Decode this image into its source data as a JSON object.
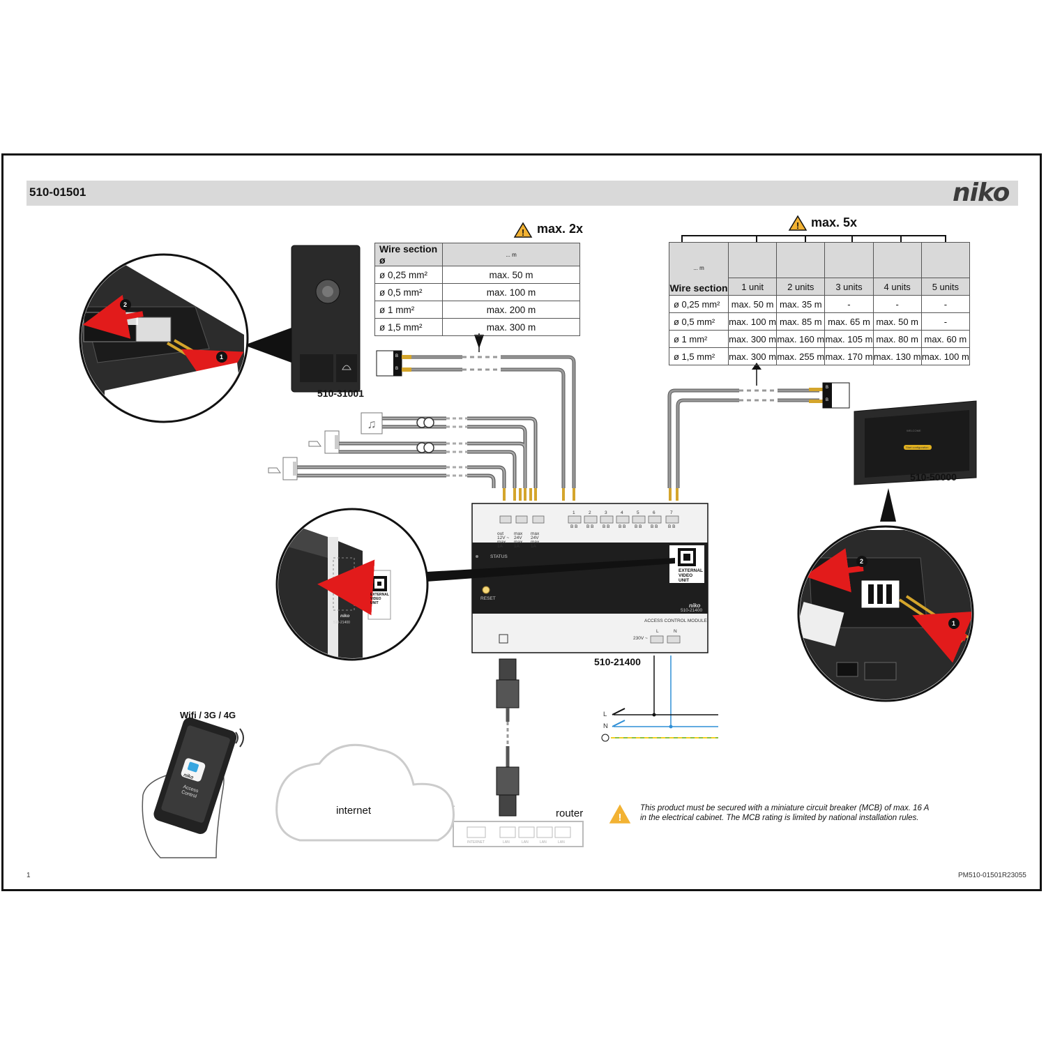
{
  "header": {
    "doc_id": "510-01501",
    "brand": "niko"
  },
  "warning_left": {
    "label": "max. 2x"
  },
  "warning_right": {
    "label": "max. 5x"
  },
  "table_left": {
    "col_header": "Wire section ø",
    "distance_label": "... m",
    "rows": [
      {
        "section": "ø 0,25 mm²",
        "value": "max. 50 m"
      },
      {
        "section": "ø 0,5 mm²",
        "value": "max. 100 m"
      },
      {
        "section": "ø 1 mm²",
        "value": "max. 200 m"
      },
      {
        "section": "ø 1,5 mm²",
        "value": "max. 300 m"
      }
    ]
  },
  "table_right": {
    "col_header": "Wire section",
    "distance_label": "... m",
    "units": [
      "1 unit",
      "2 units",
      "3 units",
      "4 units",
      "5 units"
    ],
    "rows": [
      {
        "section": "ø 0,25 mm²",
        "values": [
          "max. 50 m",
          "max. 35 m",
          "-",
          "-",
          "-"
        ]
      },
      {
        "section": "ø 0,5 mm²",
        "values": [
          "max. 100 m",
          "max. 85 m",
          "max. 65 m",
          "max. 50 m",
          "-"
        ]
      },
      {
        "section": "ø 1 mm²",
        "values": [
          "max. 300 m",
          "max. 160 m",
          "max. 105 m",
          "max. 80 m",
          "max. 60 m"
        ]
      },
      {
        "section": "ø 1,5 mm²",
        "values": [
          "max. 300 m",
          "max. 255 m",
          "max. 170 m",
          "max. 130 m",
          "max. 100 m"
        ]
      }
    ]
  },
  "devices": {
    "outdoor_unit": "510-31001",
    "indoor_display": "510-50000",
    "module": "510-21400",
    "router": "router",
    "internet": "internet",
    "phone_conn": "Wifi / 3G / 4G"
  },
  "module_labels": {
    "status": "STATUS",
    "reset": "RESET",
    "brand": "niko",
    "code": "510-21400",
    "title": "ACCESS CONTROL MODULE",
    "power": "230V ~",
    "qr_text": "EXTERNAL VIDEO UNIT",
    "out1": "out 12V ~ max 1A",
    "out2": "max 24V max 1A",
    "out3": "max 24V max 1A",
    "terminals": [
      "1",
      "2",
      "3",
      "4",
      "5",
      "6",
      "7"
    ],
    "bus": "B B",
    "relay_l": "L",
    "relay_n": "N"
  },
  "zoom_labels": {
    "sticker": "EXTERNAL VIDEO UNIT",
    "brand": "niko",
    "code": "510-21400"
  },
  "router_ports": [
    "INTERNET",
    "LAN",
    "LAN",
    "LAN",
    "LAN"
  ],
  "mains": {
    "l": "L",
    "n": "N"
  },
  "phone": {
    "app_brand": "niko",
    "app_name": "Access Control"
  },
  "display_screen": {
    "welcome": "WELCOME",
    "button": "Start configuration"
  },
  "connector_labels": {
    "b": "B"
  },
  "steps": [
    "1",
    "2"
  ],
  "note": "This product must be secured with a miniature circuit breaker (MCB) of max. 16 A in the electrical cabinet. The MCB rating is limited by national installation rules.",
  "footer": {
    "page": "1",
    "ref": "PM510-01501R23055"
  },
  "colors": {
    "header_bg": "#d9d9d9",
    "warning": "#f2b233",
    "highlight": "#e21b1b",
    "neutral_wire": "#2f8fd6",
    "earth": "#8cbf3f"
  }
}
